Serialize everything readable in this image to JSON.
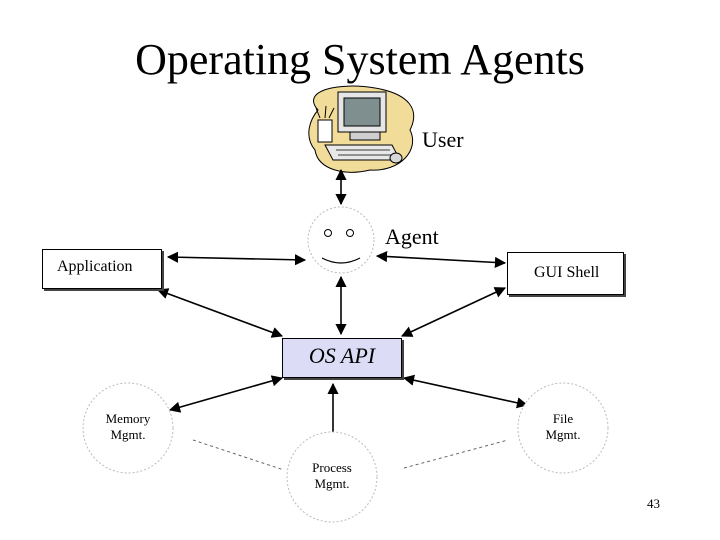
{
  "slide": {
    "title": "Operating System Agents",
    "page_number": "43"
  },
  "nodes": {
    "user": "User",
    "agent": "Agent",
    "application": "Application",
    "gui_shell": "GUI Shell",
    "os_api": "OS API",
    "memory_mgmt_line1": "Memory",
    "memory_mgmt_line2": "Mgmt.",
    "file_mgmt_line1": "File",
    "file_mgmt_line2": "Mgmt.",
    "process_mgmt_line1": "Process",
    "process_mgmt_line2": "Mgmt."
  },
  "colors": {
    "os_api_fill": "#dcdcf7",
    "clipart_blob": "#f2dc9a"
  },
  "icons": {
    "user": "computer-clipart-icon",
    "agent": "smiley-face-icon"
  }
}
